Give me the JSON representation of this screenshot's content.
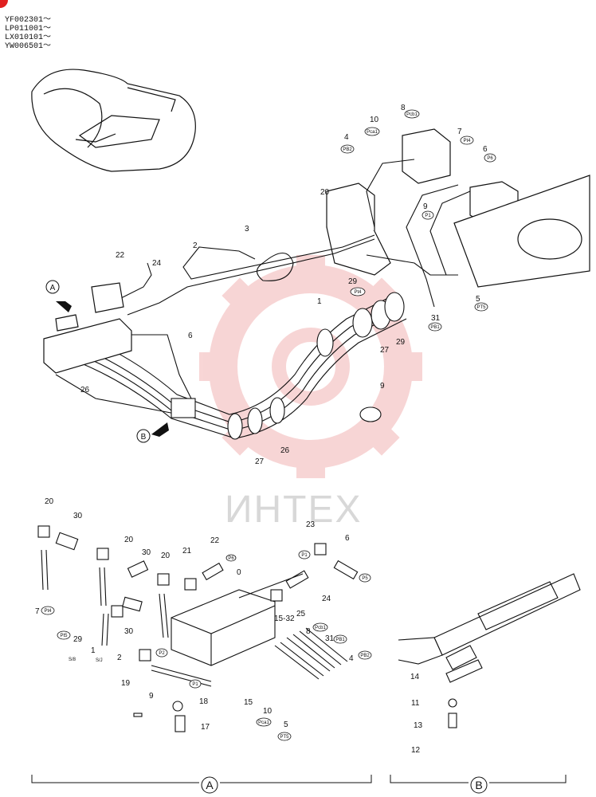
{
  "serial_numbers": [
    "YF002301～",
    "LP011001～",
    "LX010101～",
    "YW006501～"
  ],
  "watermark": "ИНТЕХ",
  "view_markers": {
    "a": "A",
    "b": "B"
  },
  "section_labels": {
    "a": "A",
    "b": "B"
  },
  "upper_callouts": [
    "8",
    "10",
    "7",
    "4",
    "6",
    "20",
    "9",
    "3",
    "2",
    "22",
    "24",
    "29",
    "5",
    "1",
    "31",
    "6",
    "27",
    "26",
    "9",
    "29",
    "27",
    "26"
  ],
  "upper_tags": [
    "Pcb1",
    "Pca1",
    "Pt4",
    "PB2",
    "P6",
    "P1",
    "Pt4",
    "PT5",
    "PB1"
  ],
  "lower_a_callouts": [
    "20",
    "30",
    "20",
    "30",
    "20",
    "21",
    "22",
    "0",
    "23",
    "6",
    "7",
    "29",
    "1",
    "2",
    "30",
    "19",
    "9",
    "18",
    "17",
    "24",
    "25",
    "15-32",
    "8",
    "31",
    "4",
    "15",
    "10",
    "5"
  ],
  "lower_a_tags": [
    "Pt4",
    "Pt5",
    "P2",
    "P1",
    "P1",
    "P5",
    "Pcb1",
    "PB1",
    "PB2",
    "Pca1",
    "PT5",
    "P6"
  ],
  "lower_a_codes": [
    "S/8",
    "S/J"
  ],
  "lower_b_callouts": [
    "14",
    "11",
    "13",
    "12"
  ],
  "colors": {
    "line": "#111111",
    "watermark": "#f2b4b4",
    "watermark_text": "#d8d8d8"
  }
}
